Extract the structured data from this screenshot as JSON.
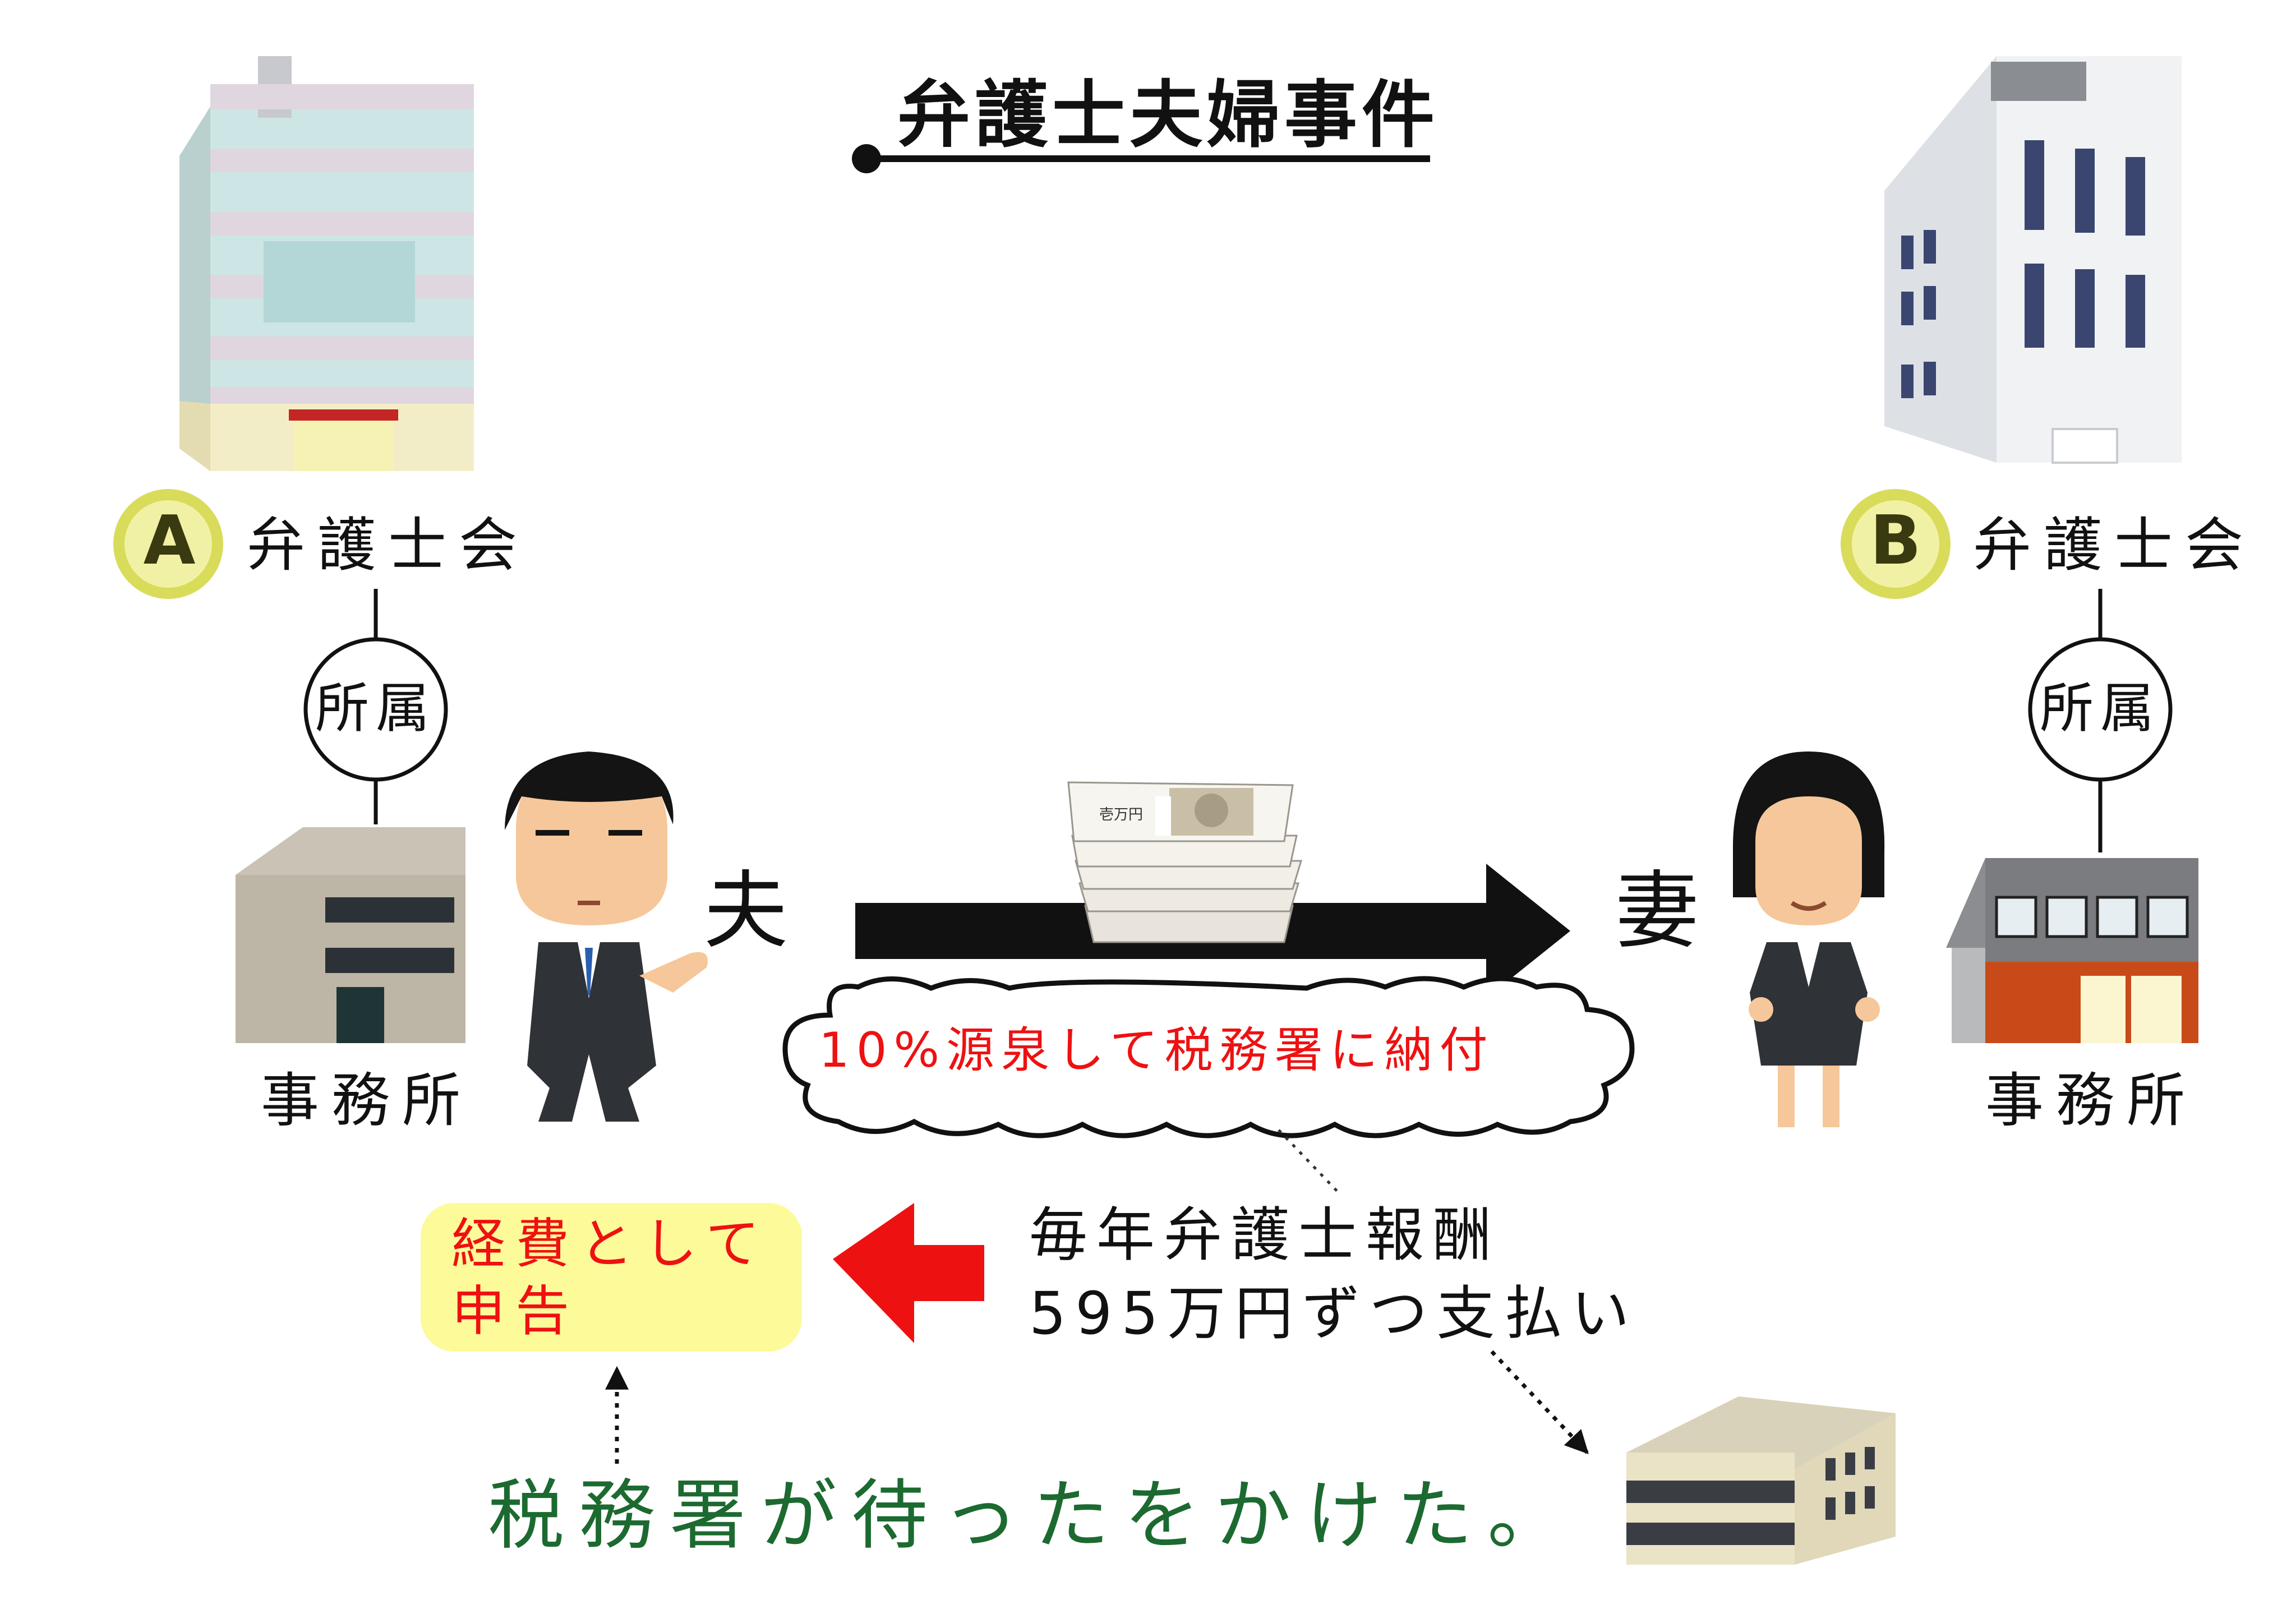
{
  "title": "弁護士夫婦事件",
  "left": {
    "badge": "A",
    "association": "弁護士会",
    "affiliation": "所属",
    "office": "事務所",
    "person": "夫"
  },
  "right": {
    "badge": "B",
    "association": "弁護士会",
    "affiliation": "所属",
    "office": "事務所",
    "person": "妻"
  },
  "money_label": "壱万円",
  "cloud_text": "10%源泉して税務署に納付",
  "payment_line1": "毎年弁護士報酬",
  "payment_line2": "595万円ずつ支払い",
  "expense_line1": "経費として",
  "expense_line2": "申告",
  "conclusion": "税務署が待ったをかけた。",
  "colors": {
    "red": "#ee1111",
    "green": "#1c6a30",
    "badge": "#d9dc5a",
    "note": "#fdfa9a"
  }
}
